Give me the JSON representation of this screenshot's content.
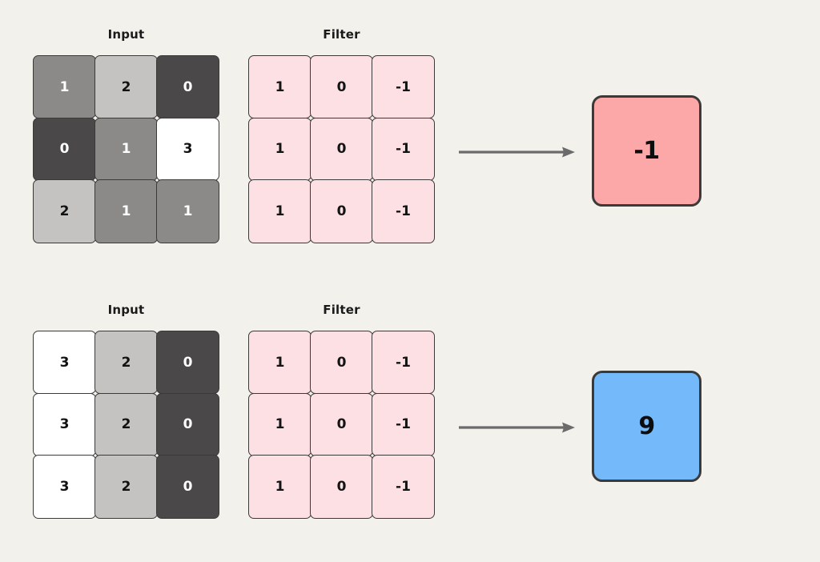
{
  "figure": {
    "background_color": "#f2f1ec",
    "rows": [
      {
        "input_caption": "Input",
        "filter_caption": "Filter",
        "input_values": [
          [
            1,
            2,
            0
          ],
          [
            0,
            1,
            3
          ],
          [
            2,
            1,
            1
          ]
        ],
        "filter_values": [
          [
            1,
            0,
            -1
          ],
          [
            1,
            0,
            -1
          ],
          [
            1,
            0,
            -1
          ]
        ],
        "arrow_icon": "arrow-right-icon",
        "output_value": "-1",
        "output_color": "#fca8a8"
      },
      {
        "input_caption": "Input",
        "filter_caption": "Filter",
        "input_values": [
          [
            3,
            2,
            0
          ],
          [
            3,
            2,
            0
          ],
          [
            3,
            2,
            0
          ]
        ],
        "filter_values": [
          [
            1,
            0,
            -1
          ],
          [
            1,
            0,
            -1
          ],
          [
            1,
            0,
            -1
          ]
        ],
        "arrow_icon": "arrow-right-icon",
        "output_value": "9",
        "output_color": "#74b9f9"
      }
    ],
    "palette": {
      "value_0": "#4a4848",
      "value_1": "#8b8a89",
      "value_2": "#c4c3c2",
      "value_3": "#ffffff",
      "filter_cell": "#fce0e3",
      "border": "#3c3a39",
      "arrow": "#6b6b6b"
    }
  },
  "chart_data": {
    "type": "diagram",
    "title": "",
    "description": "Two convolution examples: a 3x3 input patch convolved with a 3x3 vertical-edge filter produces a single scalar output.",
    "examples": [
      {
        "input": [
          [
            1,
            2,
            0
          ],
          [
            0,
            1,
            3
          ],
          [
            2,
            1,
            1
          ]
        ],
        "filter": [
          [
            1,
            0,
            -1
          ],
          [
            1,
            0,
            -1
          ],
          [
            1,
            0,
            -1
          ]
        ],
        "output": -1
      },
      {
        "input": [
          [
            3,
            2,
            0
          ],
          [
            3,
            2,
            0
          ],
          [
            3,
            2,
            0
          ]
        ],
        "filter": [
          [
            1,
            0,
            -1
          ],
          [
            1,
            0,
            -1
          ],
          [
            1,
            0,
            -1
          ]
        ],
        "output": 9
      }
    ]
  }
}
